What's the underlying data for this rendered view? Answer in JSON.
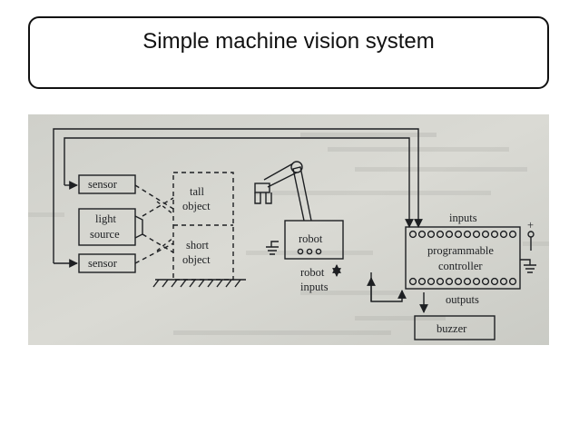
{
  "slide": {
    "title": "Simple machine vision system"
  },
  "diagram": {
    "labels": {
      "sensor_top": "sensor",
      "light_source_line1": "light",
      "light_source_line2": "source",
      "sensor_bottom": "sensor",
      "tall_object_line1": "tall",
      "tall_object_line2": "object",
      "short_object_line1": "short",
      "short_object_line2": "object",
      "robot": "robot",
      "robot_inputs_line1": "robot",
      "robot_inputs_line2": "inputs",
      "inputs": "inputs",
      "plc_line1": "programmable",
      "plc_line2": "controller",
      "outputs": "outputs",
      "buzzer": "buzzer",
      "plus_sign": "+"
    },
    "colors": {
      "paper": "#d6d6d0",
      "ink": "#1d1f22"
    }
  }
}
